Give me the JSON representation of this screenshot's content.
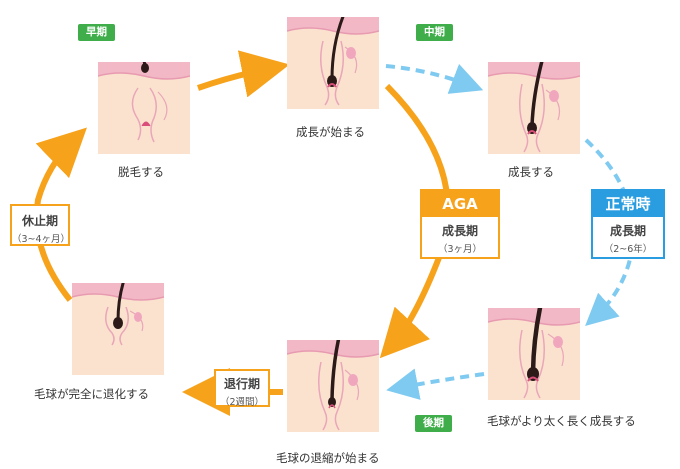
{
  "stages": {
    "shedding": {
      "caption": "脱毛する",
      "tag": "早期"
    },
    "growth_start": {
      "caption": "成長が始まる"
    },
    "growing": {
      "caption": "成長する",
      "tag": "中期"
    },
    "growing_long": {
      "caption": "毛球がより太く長く成長する"
    },
    "regress_start": {
      "caption": "毛球の退縮が始まる",
      "tag": "後期"
    },
    "regress_complete": {
      "caption": "毛球が完全に退化する"
    }
  },
  "phases": {
    "resting": {
      "title": "休止期",
      "duration": "（3~4ヶ月）"
    },
    "regression": {
      "title": "退行期",
      "duration": "（2週間）"
    },
    "aga": {
      "header": "AGA",
      "title": "成長期",
      "duration": "（3ヶ月）"
    },
    "normal": {
      "header": "正常時",
      "title": "成長期",
      "duration": "（2~6年）"
    }
  },
  "colors": {
    "orange": "#f7a21b",
    "blue": "#7fcaf0",
    "green": "#3fae4a",
    "skin": "#fbe2cf",
    "skin_top": "#f2b8c6"
  }
}
